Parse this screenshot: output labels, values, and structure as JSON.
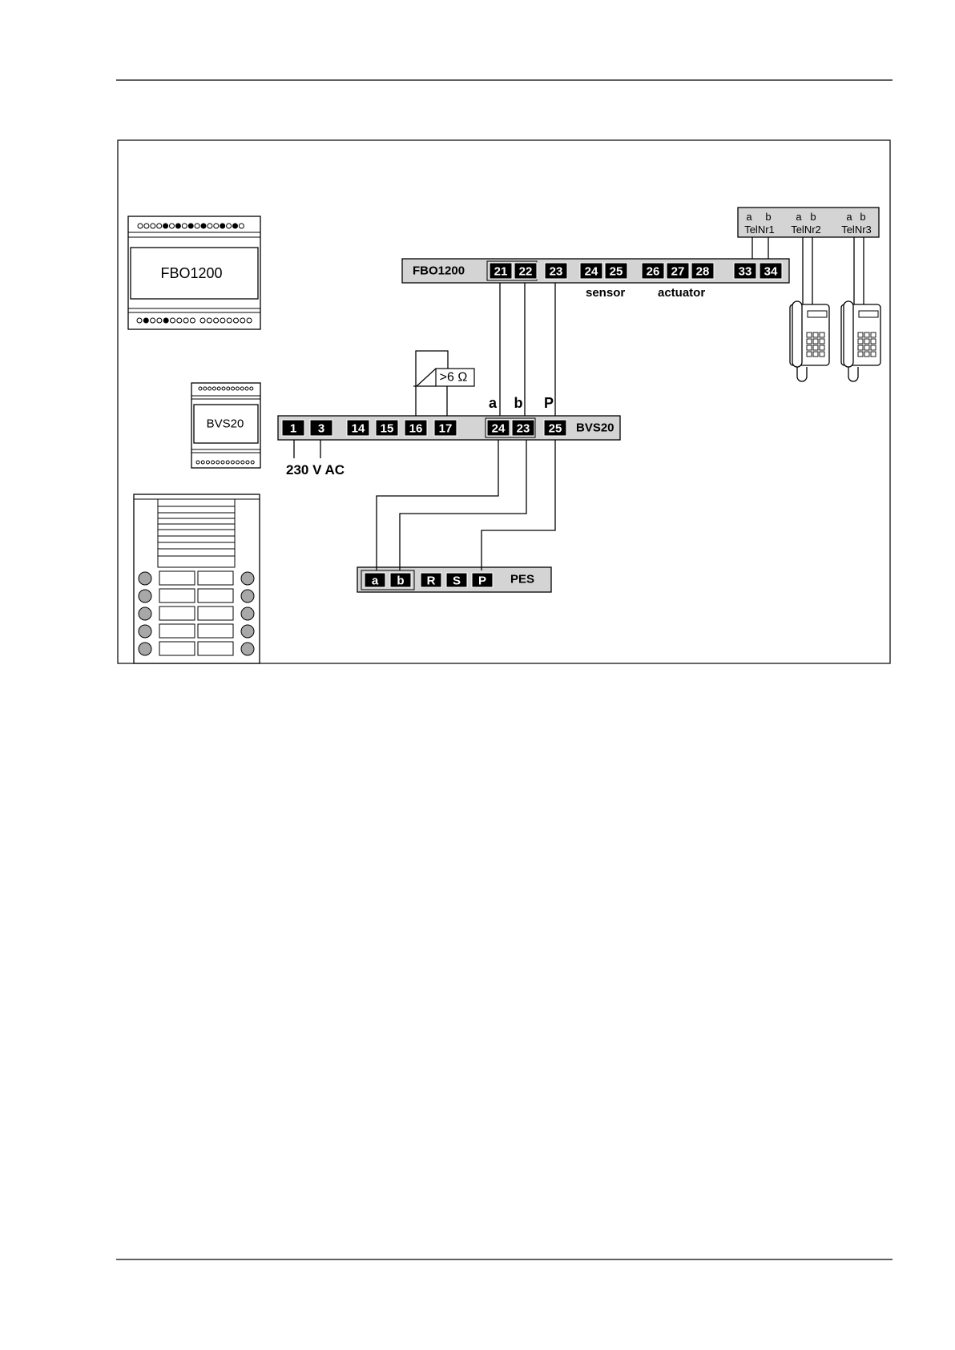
{
  "fbo_strip": {
    "label": "FBO1200",
    "terminals": [
      "21",
      "22",
      "23",
      "24",
      "25",
      "26",
      "27",
      "28",
      "33",
      "34"
    ],
    "sensor_label": "sensor",
    "actuator_label": "actuator"
  },
  "bvs_strip": {
    "label": "BVS20",
    "terminals": [
      "1",
      "3",
      "14",
      "15",
      "16",
      "17",
      "24",
      "23",
      "25"
    ],
    "wire_labels": [
      "a",
      "b",
      "P"
    ],
    "supply_label": "230 V AC",
    "resistor_label": ">6 Ω"
  },
  "pes_strip": {
    "label": "PES",
    "terminals": [
      "a",
      "b",
      "R",
      "S",
      "P"
    ]
  },
  "telephones": {
    "ab_labels": [
      "a",
      "b",
      "a",
      "b",
      "a",
      "b"
    ],
    "names": [
      "TelNr1",
      "TelNr2",
      "TelNr3"
    ]
  },
  "devices": {
    "fbo_module_label": "FBO1200",
    "bvs_module_label": "BVS20"
  }
}
